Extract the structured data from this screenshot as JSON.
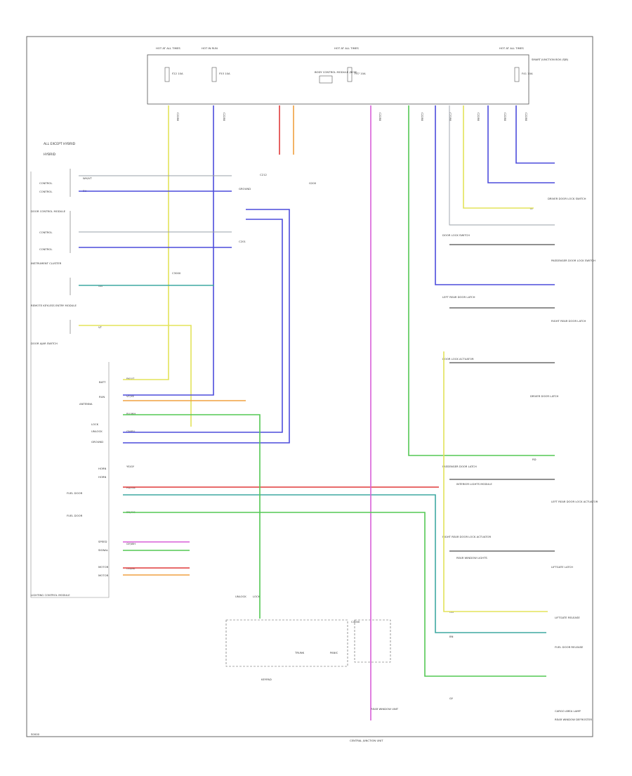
{
  "diagram": {
    "footer_code": "S0000",
    "legend": {
      "items": [
        "ALL EXCEPT HYBRID",
        "HYBRID"
      ]
    },
    "fuse_box": {
      "title": "SMART JUNCTION BOX (SJB)",
      "header_labels": [
        "HOT AT ALL TIMES",
        "HOT IN RUN",
        "HOT AT ALL TIMES",
        "HOT AT ALL TIMES"
      ],
      "fuses": [
        "F22 10A",
        "F53 10A",
        "F57 10A",
        "F41 10A"
      ],
      "pins": [
        "C2280",
        "C2280",
        "C2280",
        "C2280",
        "C2280",
        "C2280",
        "C2280",
        "C2280"
      ]
    },
    "modules": {
      "bcm": "BODY CONTROL MODULE (BCM)",
      "dcm": "DOOR CONTROL MODULE",
      "instrument": "INSTRUMENT CLUSTER",
      "lighting": "LIGHTING CONTROL MODULE",
      "remote": "REMOTE KEYLESS ENTRY MODULE",
      "interior": "INTERIOR LIGHTS MODULE",
      "rear_unit": "REAR WINDOW UNIT",
      "rear_lights": "REAR WINDOW LIGHTS",
      "keypad": "KEYPAD",
      "central_unit": "CENTRAL JUNCTION UNIT"
    },
    "left_labels": [
      "CONTROL",
      "CONTROL",
      "CONTROL",
      "CONTROL",
      "DOOR AJAR SWITCH",
      "BATT",
      "RUN",
      "ANTENNA",
      "LOCK",
      "UNLOCK",
      "FUEL DOOR",
      "FUEL DOOR",
      "SPEED",
      "SIGNAL",
      "MOTOR",
      "MOTOR",
      "HORN",
      "HORN",
      "GROUND"
    ],
    "center_labels": [
      "GROUND",
      "C201",
      "C212",
      "G200",
      "C3000",
      "C4000"
    ],
    "right_labels": [
      "DRIVER DOOR LOCK SWITCH",
      "DOOR LOCK SWITCH",
      "PASSENGER DOOR LOCK SWITCH",
      "LEFT REAR DOOR LATCH",
      "RIGHT REAR DOOR LATCH",
      "DOOR LOCK ACTUATOR",
      "DRIVER DOOR LATCH",
      "PASSENGER DOOR LATCH",
      "LEFT REAR DOOR LOCK ACTUATOR",
      "RIGHT REAR DOOR LOCK ACTUATOR",
      "LIFTGATE LATCH",
      "LIFTGATE RELEASE",
      "FUEL DOOR RELEASE",
      "CARGO AREA LAMP",
      "REAR WINDOW DEFROSTER"
    ],
    "wire_colors": [
      "BK/VT",
      "VT/YE",
      "BU/WH",
      "GN/BU",
      "YE/GY",
      "RD/GN",
      "BN/OG",
      "GY/WH",
      "OG/BK",
      "WH/VT",
      "VT",
      "BU",
      "GN",
      "YE",
      "RD",
      "OG",
      "BN",
      "GY"
    ],
    "switch_labels": [
      "UNLOCK",
      "LOCK",
      "TRUNK",
      "PANIC"
    ],
    "colors": {
      "yellow": "#e3e35a",
      "blue": "#4c4cdc",
      "teal": "#3fa9a2",
      "red": "#e03a3a",
      "green": "#54c854",
      "magenta": "#d85fd8",
      "orange": "#f0a040",
      "gray": "#9aa0a8",
      "black": "#222222"
    }
  }
}
